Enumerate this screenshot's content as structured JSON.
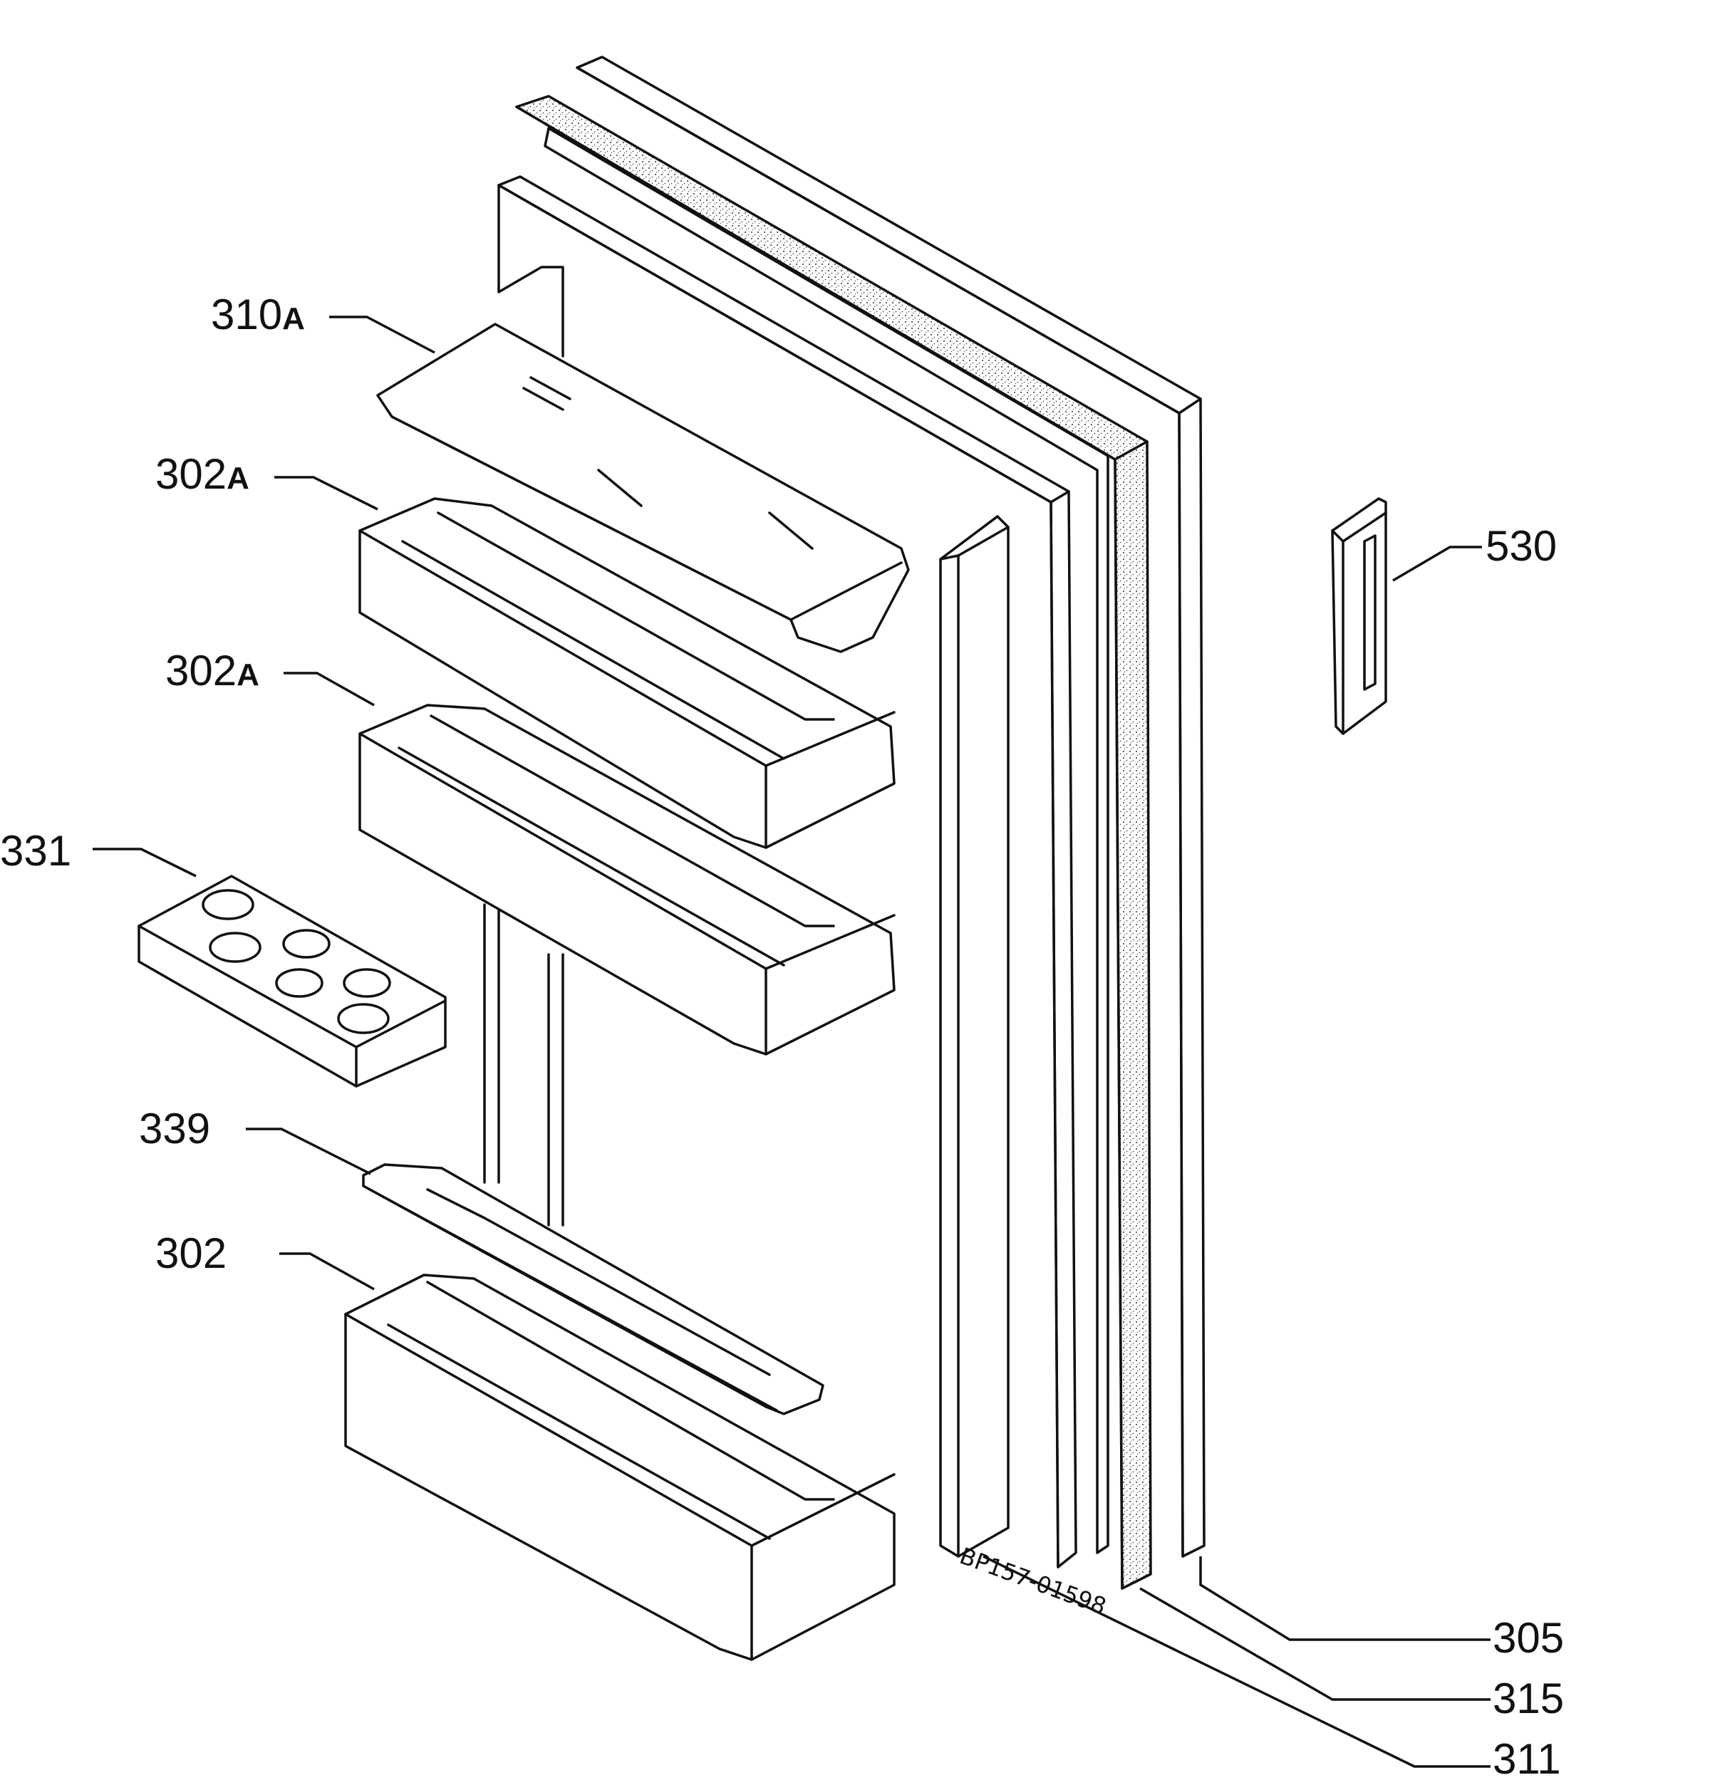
{
  "colors": {
    "ink": "#111111",
    "background": "#ffffff",
    "gasket_stipple": "#555555"
  },
  "callouts": {
    "shelf_cover": {
      "number": "310",
      "suffix": "A"
    },
    "upper_door_shelf": {
      "number": "302",
      "suffix": "A"
    },
    "middle_door_shelf": {
      "number": "302",
      "suffix": "A"
    },
    "egg_tray": {
      "number": "331",
      "suffix": ""
    },
    "bottle_retainer": {
      "number": "339",
      "suffix": ""
    },
    "bottom_door_shelf": {
      "number": "302",
      "suffix": ""
    },
    "door_handle": {
      "number": "530",
      "suffix": ""
    },
    "door_outer_panel": {
      "number": "305",
      "suffix": ""
    },
    "door_gasket": {
      "number": "315",
      "suffix": ""
    },
    "door_inner_liner": {
      "number": "311",
      "suffix": ""
    }
  },
  "drawing_code": "BP157-01598"
}
